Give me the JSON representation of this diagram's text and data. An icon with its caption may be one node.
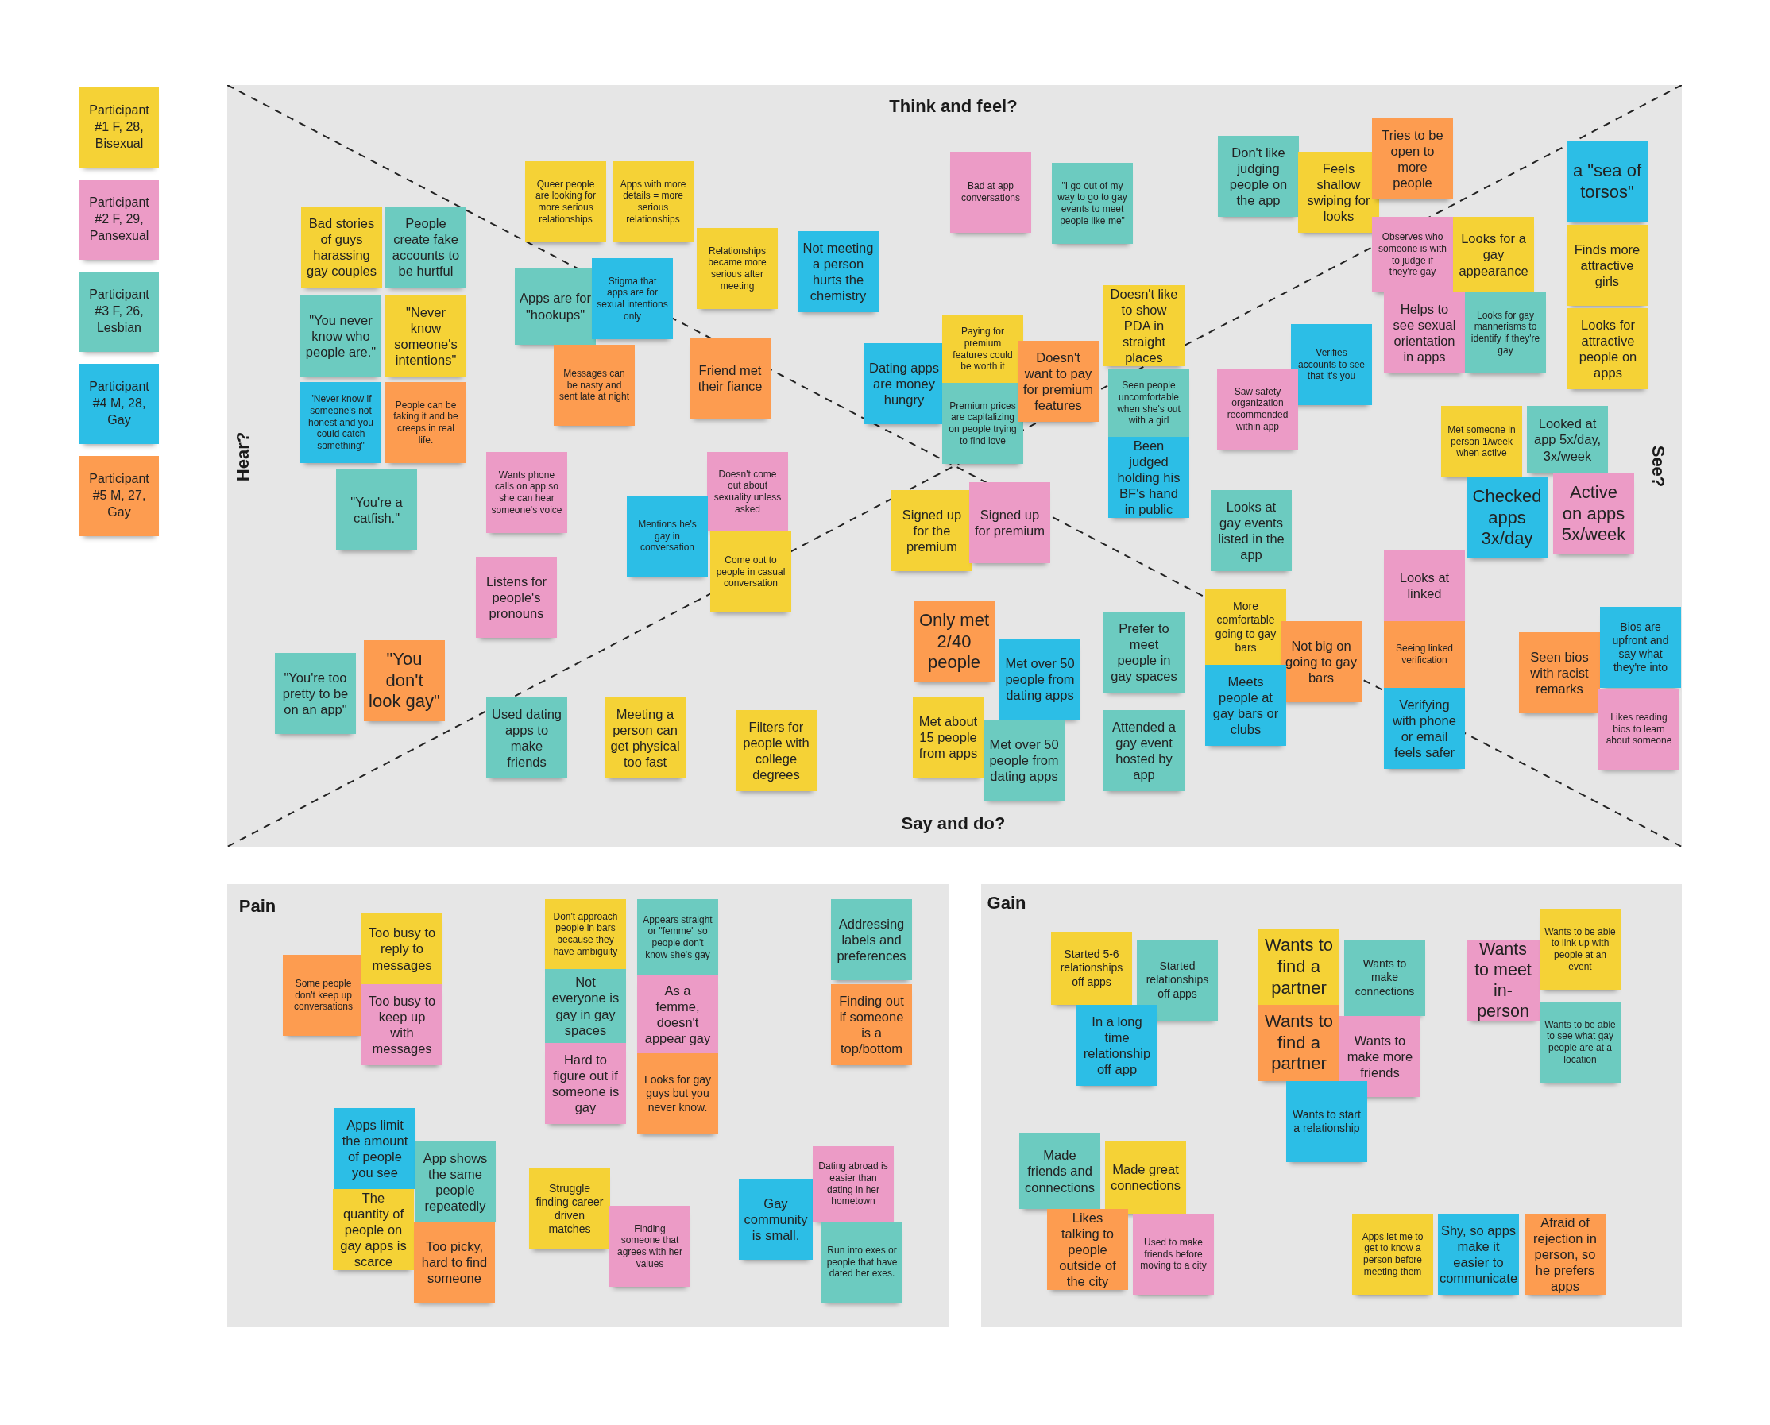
{
  "diagram": {
    "nodes": [
      {
        "text": [
          "Think and feel?",
          "Hear?",
          "See?",
          "Say and do?"
        ]
      },
      {
        "text": [
          "Bad stories of guys harassing gay couples"
        ],
        "in": 0
      },
      {
        "text": [
          "People create fake accounts to be hurtful"
        ],
        "in": 0
      },
      {
        "text": [
          "\"You never know who people are.\""
        ],
        "in": 0
      },
      {
        "text": [
          "\"Never know someone's intentions\""
        ],
        "in": 0
      },
      {
        "text": [
          "\"Never know if someone's not honest and you could catch something\""
        ],
        "in": 0
      },
      {
        "text": [
          "People can be faking it and be creeps in real life."
        ],
        "in": 0
      },
      {
        "text": [
          "\"You're a catfish.\""
        ],
        "in": 0
      },
      {
        "text": [
          "Queer people are looking for more serious relationships"
        ],
        "in": 0
      },
      {
        "text": [
          "Apps with more details = more serious relationships"
        ],
        "in": 0
      },
      {
        "text": [
          "Relationships became more serious after meeting"
        ],
        "in": 0
      },
      {
        "text": [
          "Apps are for \"hookups\""
        ],
        "in": 0
      },
      {
        "text": [
          "Stigma that apps are for sexual intentions only"
        ],
        "in": 0
      },
      {
        "text": [
          "Messages can be nasty and sent late at night"
        ],
        "in": 0
      },
      {
        "text": [
          "Friend met their fiance"
        ],
        "in": 0
      },
      {
        "text": [
          "Bad at app conversations"
        ],
        "in": 0
      },
      {
        "text": [
          "\"I go out of my way to go to gay events to meet people like me\""
        ],
        "in": 0
      },
      {
        "text": [
          "Not meeting a person hurts the chemistry"
        ],
        "in": 0
      },
      {
        "text": [
          "Wants phone calls on app so she can hear someone's voice"
        ],
        "in": 0
      },
      {
        "text": [
          "Doesn't come out about sexuality unless asked"
        ],
        "in": 0
      },
      {
        "text": [
          "Mentions he's gay in conversation"
        ],
        "in": 0
      },
      {
        "text": [
          "Come out to people in casual conversation"
        ],
        "in": 0
      },
      {
        "text": [
          "Listens for people's pronouns"
        ],
        "in": 0
      },
      {
        "text": [
          "Dating apps are money hungry"
        ],
        "in": 0
      },
      {
        "text": [
          "Paying for premium features could be worth it"
        ],
        "in": 0
      },
      {
        "text": [
          "Premium prices are capitalizing on people trying to find love"
        ],
        "in": 0
      },
      {
        "text": [
          "Doesn't want to pay for premium features"
        ],
        "in": 0
      },
      {
        "text": [
          "Doesn't like to show PDA in straight places"
        ],
        "in": 0
      },
      {
        "text": [
          "Seen people uncomfortable when she's out with a girl"
        ],
        "in": 0
      },
      {
        "text": [
          "Been judged holding his BF's hand in public"
        ],
        "in": 0
      },
      {
        "text": [
          "Signed up for the premium"
        ],
        "in": 0
      },
      {
        "text": [
          "Signed up for premium"
        ],
        "in": 0
      },
      {
        "text": [
          "Don't like judging people on the app"
        ],
        "in": 0
      },
      {
        "text": [
          "Feels shallow swiping for looks"
        ],
        "in": 0
      },
      {
        "text": [
          "Tries to be open to more people"
        ],
        "in": 0
      },
      {
        "text": [
          "a \"sea of torsos\""
        ],
        "in": 0
      },
      {
        "text": [
          "Observes who someone is with to judge if they're gay"
        ],
        "in": 0
      },
      {
        "text": [
          "Looks for a gay appearance"
        ],
        "in": 0
      },
      {
        "text": [
          "Finds more attractive girls"
        ],
        "in": 0
      },
      {
        "text": [
          "Helps to see sexual orientation in apps"
        ],
        "in": 0
      },
      {
        "text": [
          "Looks for gay mannerisms to identify if they're gay"
        ],
        "in": 0
      },
      {
        "text": [
          "Looks for attractive people on apps"
        ],
        "in": 0
      },
      {
        "text": [
          "Verifies accounts to see that it's you"
        ],
        "in": 0
      },
      {
        "text": [
          "Saw safety organization recommended within app"
        ],
        "in": 0
      },
      {
        "text": [
          "Met someone in person 1/week when active"
        ],
        "in": 0
      },
      {
        "text": [
          "Looked at app 5x/day, 3x/week"
        ],
        "in": 0
      },
      {
        "text": [
          "Checked apps 3x/day"
        ],
        "in": 0
      },
      {
        "text": [
          "Active on apps 5x/week"
        ],
        "in": 0
      },
      {
        "text": [
          "Looks at gay events listed in the app"
        ],
        "in": 0
      },
      {
        "text": [
          "Looks at linked"
        ],
        "in": 0
      },
      {
        "text": [
          "\"You're too pretty to be on an app\""
        ],
        "in": 0
      },
      {
        "text": [
          "\"You don't look gay\""
        ],
        "in": 0
      },
      {
        "text": [
          "Used dating apps to make friends"
        ],
        "in": 0
      },
      {
        "text": [
          "Meeting a person can get physical too fast"
        ],
        "in": 0
      },
      {
        "text": [
          "Filters for people with college degrees"
        ],
        "in": 0
      },
      {
        "text": [
          "Only met 2/40 people"
        ],
        "in": 0
      },
      {
        "text": [
          "Met over 50 people from dating apps"
        ],
        "in": 0
      },
      {
        "text": [
          "Met about 15 people from apps"
        ],
        "in": 0
      },
      {
        "text": [
          "Met over 50 people from dating apps"
        ],
        "in": 0
      },
      {
        "text": [
          "Prefer to meet people in gay spaces"
        ],
        "in": 0
      },
      {
        "text": [
          "Attended a gay event hosted by app"
        ],
        "in": 0
      },
      {
        "text": [
          "More comfortable going to gay bars"
        ],
        "in": 0
      },
      {
        "text": [
          "Not big on going to gay bars"
        ],
        "in": 0
      },
      {
        "text": [
          "Meets people at gay bars or clubs"
        ],
        "in": 0
      },
      {
        "text": [
          "Seeing linked verification"
        ],
        "in": 0
      },
      {
        "text": [
          "Verifying with phone or email feels safer"
        ],
        "in": 0
      },
      {
        "text": [
          "Seen bios with racist remarks"
        ],
        "in": 0
      },
      {
        "text": [
          "Bios are upfront and say what they're into"
        ],
        "in": 0
      },
      {
        "text": [
          "Likes reading bios to learn about someone"
        ],
        "in": 0
      },
      {
        "text": [
          "Pain"
        ]
      },
      {
        "text": [
          "Some people don't keep up conversations"
        ],
        "in": 69
      },
      {
        "text": [
          "Too busy to reply to messages"
        ],
        "in": 69
      },
      {
        "text": [
          "Too busy to keep up with messages"
        ],
        "in": 69
      },
      {
        "text": [
          "Don't approach people in bars because they have ambiguity"
        ],
        "in": 69
      },
      {
        "text": [
          "Appears straight or \"femme\" so people don't know she's gay"
        ],
        "in": 69
      },
      {
        "text": [
          "Not everyone is gay in gay spaces"
        ],
        "in": 69
      },
      {
        "text": [
          "As a femme, doesn't appear gay"
        ],
        "in": 69
      },
      {
        "text": [
          "Hard to figure out if someone is gay"
        ],
        "in": 69
      },
      {
        "text": [
          "Looks for gay guys but you never know."
        ],
        "in": 69
      },
      {
        "text": [
          "Addressing labels and preferences"
        ],
        "in": 69
      },
      {
        "text": [
          "Finding out if someone is a top/bottom"
        ],
        "in": 69
      },
      {
        "text": [
          "Apps limit the amount of people you see"
        ],
        "in": 69
      },
      {
        "text": [
          "App shows the same people repeatedly"
        ],
        "in": 69
      },
      {
        "text": [
          "The quantity of people on gay apps is scarce"
        ],
        "in": 69
      },
      {
        "text": [
          "Too picky, hard to find someone"
        ],
        "in": 69
      },
      {
        "text": [
          "Struggle finding career driven matches"
        ],
        "in": 69
      },
      {
        "text": [
          "Finding someone that agrees with her values"
        ],
        "in": 69
      },
      {
        "text": [
          "Gay community is small."
        ],
        "in": 69
      },
      {
        "text": [
          "Dating abroad is easier than dating in her hometown"
        ],
        "in": 69
      },
      {
        "text": [
          "Run into exes or people that have dated her exes."
        ],
        "in": 69
      },
      {
        "text": [
          "Gain"
        ]
      },
      {
        "text": [
          "Started 5-6 relationships off apps"
        ],
        "in": 90
      },
      {
        "text": [
          "Started relationships off apps"
        ],
        "in": 90
      },
      {
        "text": [
          "In a long time relationship off app"
        ],
        "in": 90
      },
      {
        "text": [
          "Wants to find a partner"
        ],
        "in": 90
      },
      {
        "text": [
          "Wants to make connections"
        ],
        "in": 90
      },
      {
        "text": [
          "Wants to find a partner"
        ],
        "in": 90
      },
      {
        "text": [
          "Wants to make more friends"
        ],
        "in": 90
      },
      {
        "text": [
          "Wants to start a relationship"
        ],
        "in": 90
      },
      {
        "text": [
          "Wants to meet in-person"
        ],
        "in": 90
      },
      {
        "text": [
          "Wants to be able to link up with people at an event"
        ],
        "in": 90
      },
      {
        "text": [
          "Wants to be able to see what gay people are at a location"
        ],
        "in": 90
      },
      {
        "text": [
          "Made friends and connections"
        ],
        "in": 90
      },
      {
        "text": [
          "Made great connections"
        ],
        "in": 90
      },
      {
        "text": [
          "Likes talking to people outside of the city"
        ],
        "in": 90
      },
      {
        "text": [
          "Used to make friends before moving to a city"
        ],
        "in": 90
      },
      {
        "text": [
          "Apps let me to get to know a person before meeting them"
        ],
        "in": 90
      },
      {
        "text": [
          "Shy, so apps make it easier to communicate"
        ],
        "in": 90
      },
      {
        "text": [
          "Afraid of rejection in person, so he prefers apps"
        ],
        "in": 90
      }
    ],
    "legend": [
      {
        "text": "Participant #1 F, 28, Bisexual",
        "color": "#f5d236"
      },
      {
        "text": "Participant #2 F, 29, Pansexual",
        "color": "#ec9bc6"
      },
      {
        "text": "Participant #3 F, 26, Lesbian",
        "color": "#6ccbc0"
      },
      {
        "text": "Participant #4 M, 28, Gay",
        "color": "#2cbee6"
      },
      {
        "text": "Participant #5 M, 27, Gay",
        "color": "#fd9c50"
      }
    ]
  }
}
